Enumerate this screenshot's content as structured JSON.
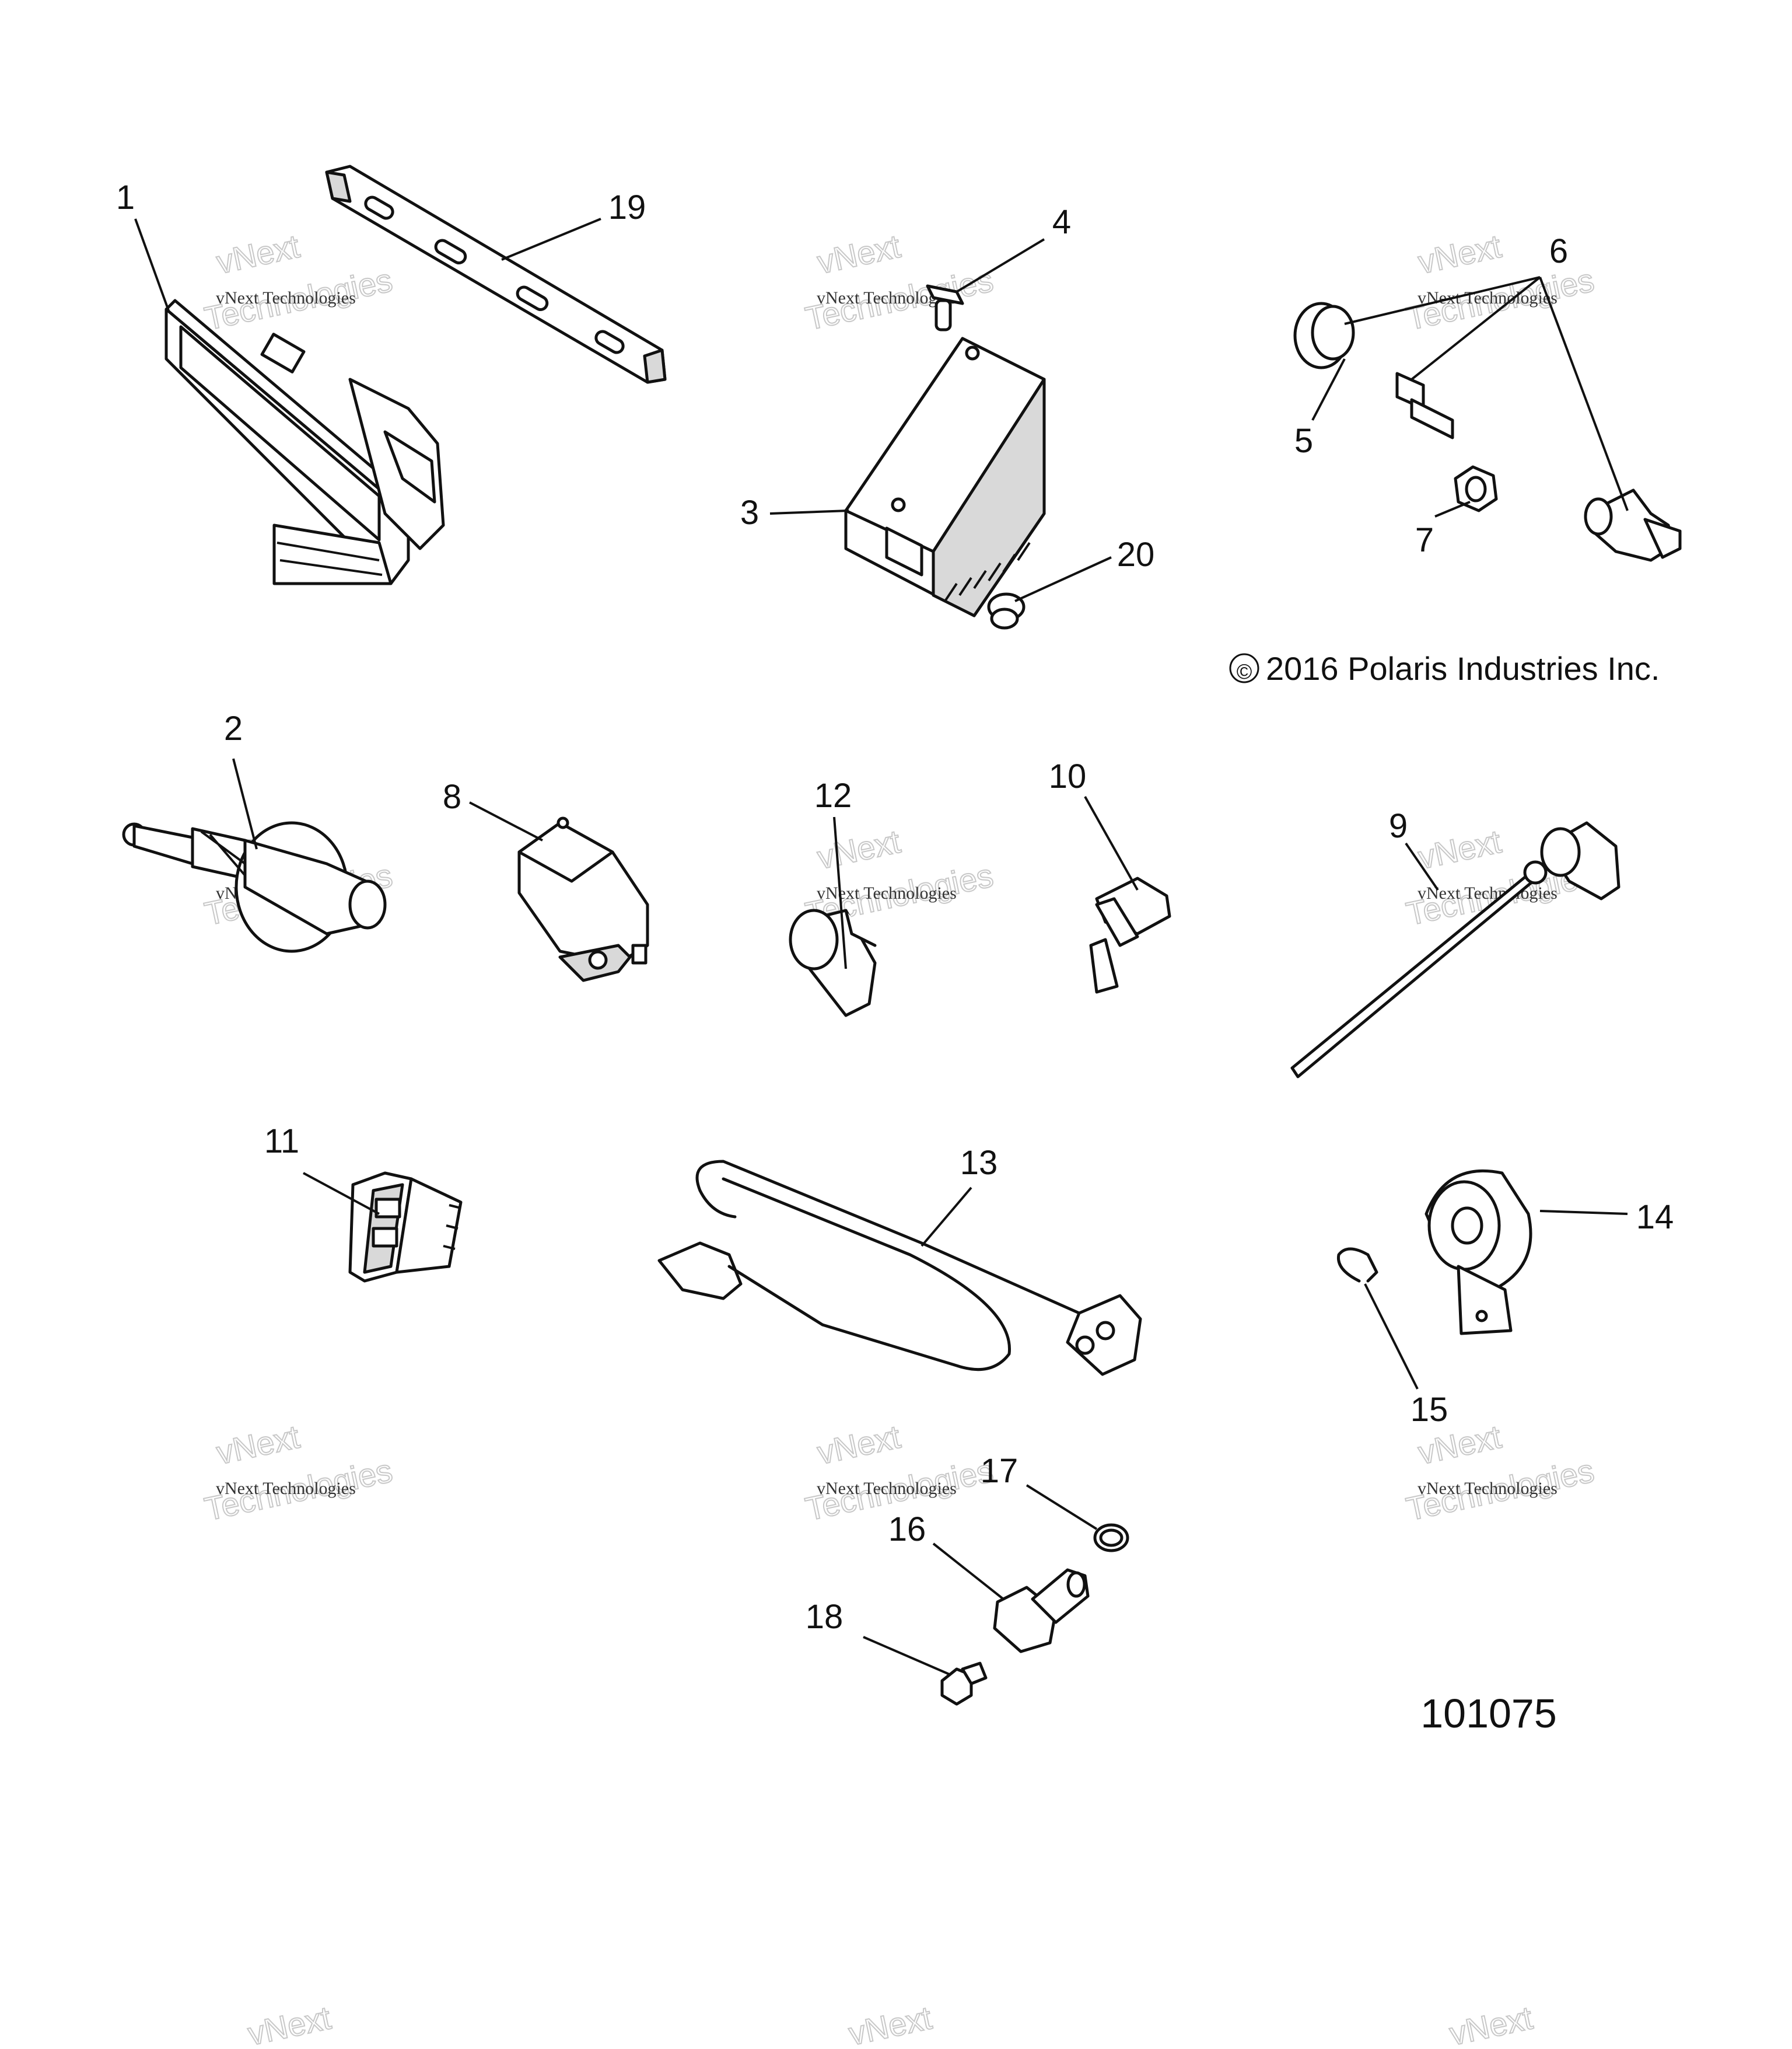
{
  "callouts": [
    "1",
    "2",
    "3",
    "4",
    "5",
    "6",
    "7",
    "8",
    "9",
    "10",
    "11",
    "12",
    "13",
    "14",
    "15",
    "16",
    "17",
    "18",
    "19",
    "20"
  ],
  "copyright": "2016 Polaris Industries Inc.",
  "copyright_symbol": "©",
  "drawing_number": "101075",
  "watermark": {
    "line1": "vNext Technologies",
    "line2": "vNext",
    "line3": "Technologies"
  }
}
